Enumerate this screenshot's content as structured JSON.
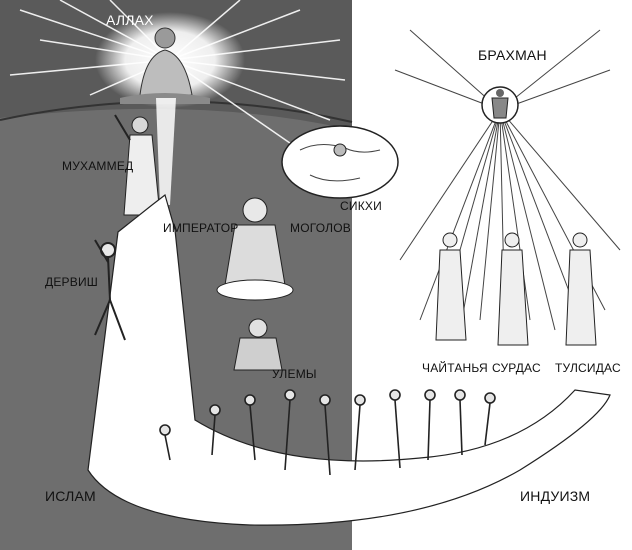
{
  "labels": {
    "allah": "АЛЛАХ",
    "brahman": "БРАХМАН",
    "muhammad": "МУХАММЕД",
    "sikhs": "СИКХИ",
    "emperor": "ИМПЕРАТОР",
    "moguls": "МОГОЛОВ",
    "dervish": "ДЕРВИШ",
    "ulema": "УЛЕМЫ",
    "chaitanya": "ЧАЙТАНЬЯ",
    "surdas": "СУРДАС",
    "tulsidas": "ТУЛСИДАС",
    "islam": "ИСЛАМ",
    "hinduism": "ИНДУИЗМ"
  },
  "colors": {
    "islam_panel": "#6f6f6f",
    "dark_ground": "#4a4a4a",
    "white_band": "#ffffff",
    "ink": "#111111"
  }
}
